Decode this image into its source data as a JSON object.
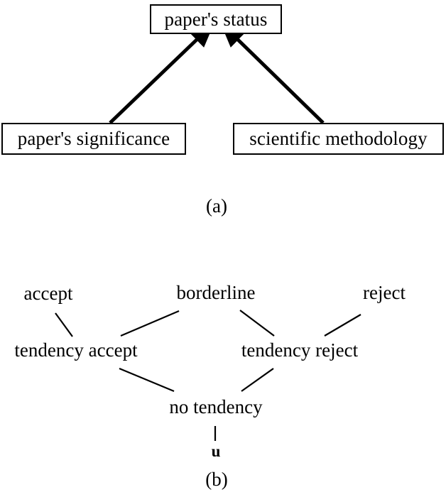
{
  "figure": {
    "background_color": "#ffffff",
    "stroke_color": "#000000",
    "panels": [
      {
        "id": "a",
        "caption": "(a)",
        "type": "boxed-causal-graph",
        "nodes": [
          {
            "id": "status",
            "label": "paper's status"
          },
          {
            "id": "significance",
            "label": "paper's significance"
          },
          {
            "id": "methodology",
            "label": "scientific methodology"
          }
        ],
        "edges": [
          {
            "from": "significance",
            "to": "status",
            "arrow": true
          },
          {
            "from": "methodology",
            "to": "status",
            "arrow": true
          }
        ]
      },
      {
        "id": "b",
        "caption": "(b)",
        "type": "lattice-hasse-diagram",
        "nodes": [
          {
            "id": "accept",
            "label": "accept"
          },
          {
            "id": "borderline",
            "label": "borderline"
          },
          {
            "id": "reject",
            "label": "reject"
          },
          {
            "id": "tendency-accept",
            "label": "tendency accept"
          },
          {
            "id": "tendency-reject",
            "label": "tendency reject"
          },
          {
            "id": "no-tendency",
            "label": "no tendency"
          },
          {
            "id": "u",
            "label": "u",
            "bold": true
          }
        ],
        "edges": [
          {
            "from": "accept",
            "to": "tendency-accept"
          },
          {
            "from": "borderline",
            "to": "tendency-accept"
          },
          {
            "from": "borderline",
            "to": "tendency-reject"
          },
          {
            "from": "reject",
            "to": "tendency-reject"
          },
          {
            "from": "tendency-accept",
            "to": "no-tendency"
          },
          {
            "from": "tendency-reject",
            "to": "no-tendency"
          },
          {
            "from": "no-tendency",
            "to": "u"
          }
        ]
      }
    ]
  }
}
